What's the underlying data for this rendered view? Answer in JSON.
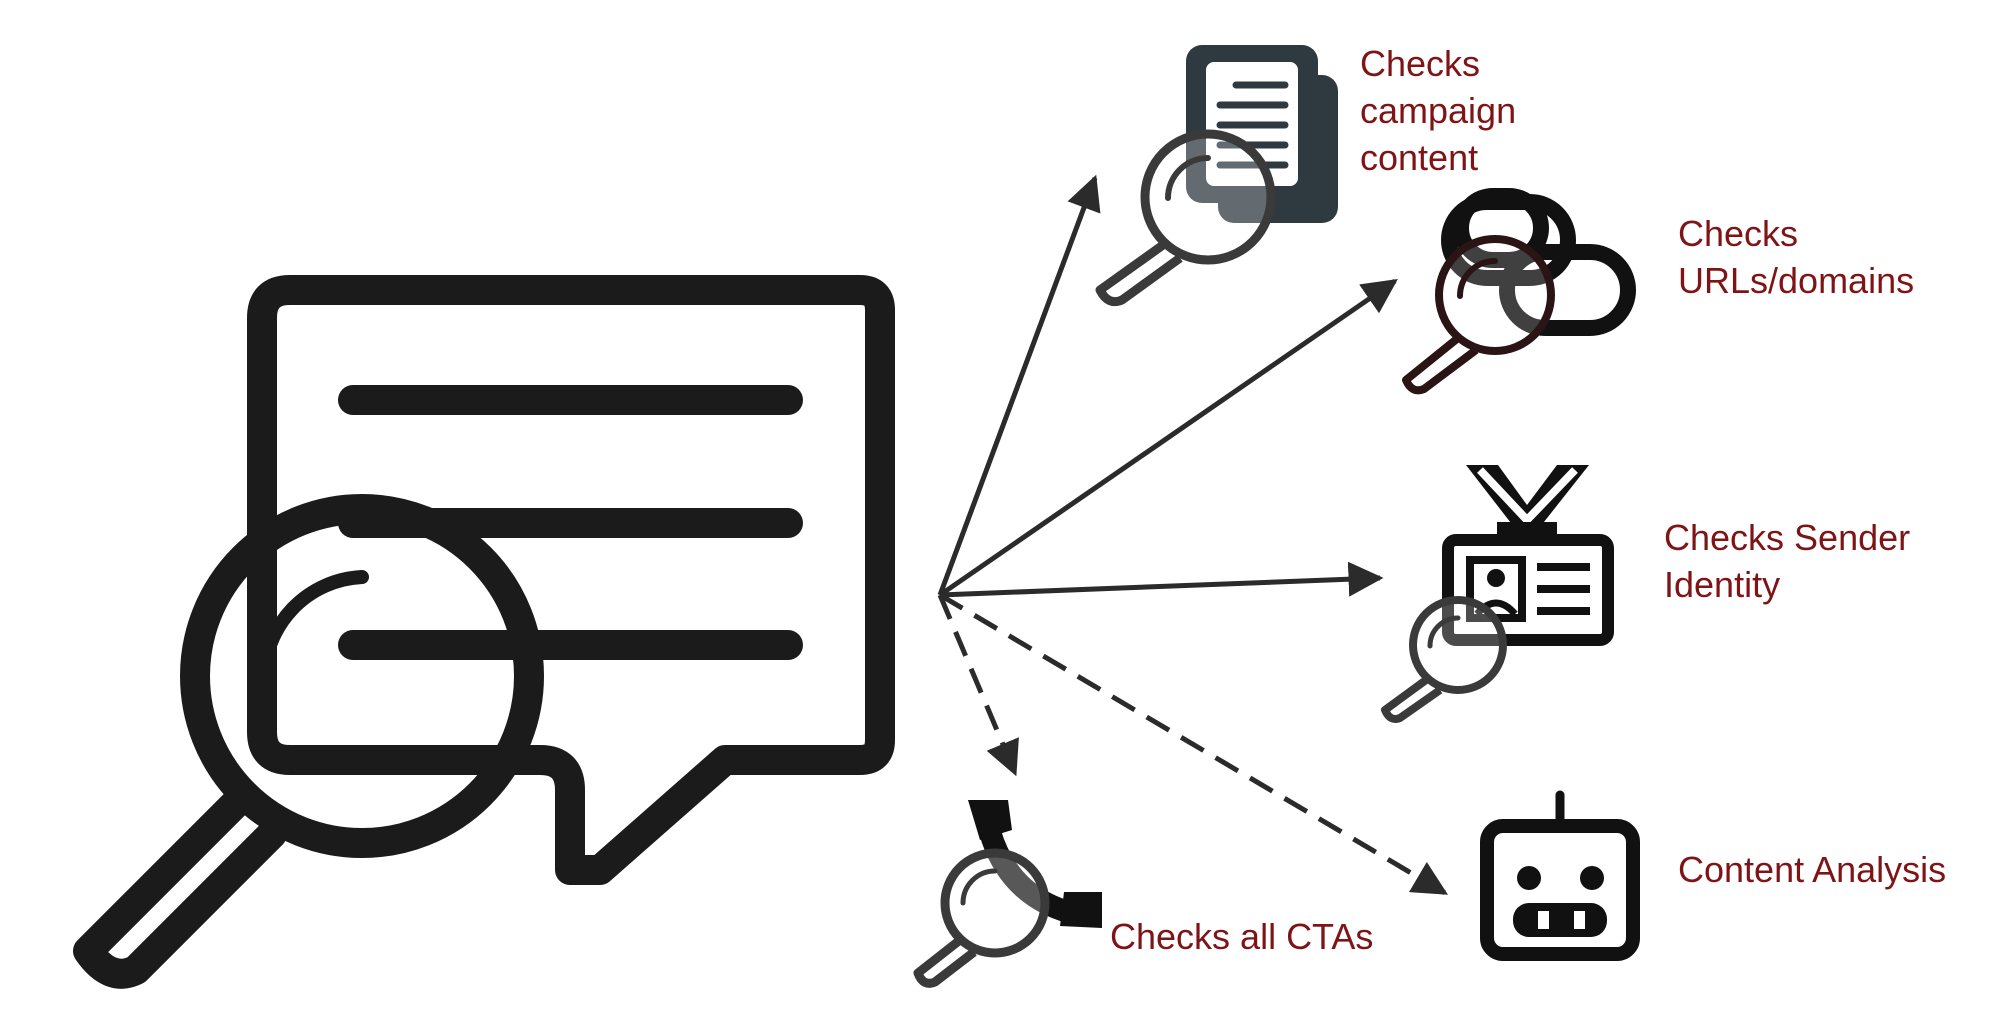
{
  "diagram": {
    "colors": {
      "label": "#7f1416",
      "icon": "#1b1b1b",
      "doc": "#2f3a40",
      "arrow": "#2b2b2b"
    },
    "hub": {
      "name": "message-search-icon"
    },
    "branches": [
      {
        "id": "campaign",
        "icon": "document-search-icon",
        "lines": [
          "Checks",
          "campaign",
          "content"
        ],
        "style": "solid"
      },
      {
        "id": "urls",
        "icon": "link-search-icon",
        "lines": [
          "Checks",
          "URLs/domains"
        ],
        "style": "solid"
      },
      {
        "id": "sender",
        "icon": "id-badge-search-icon",
        "lines": [
          "Checks Sender",
          "Identity"
        ],
        "style": "solid"
      },
      {
        "id": "ctas",
        "icon": "cta-search-icon",
        "lines": [
          "Checks all CTAs"
        ],
        "style": "dashed"
      },
      {
        "id": "analysis",
        "icon": "robot-icon",
        "lines": [
          "Content Analysis"
        ],
        "style": "dashed"
      }
    ]
  }
}
